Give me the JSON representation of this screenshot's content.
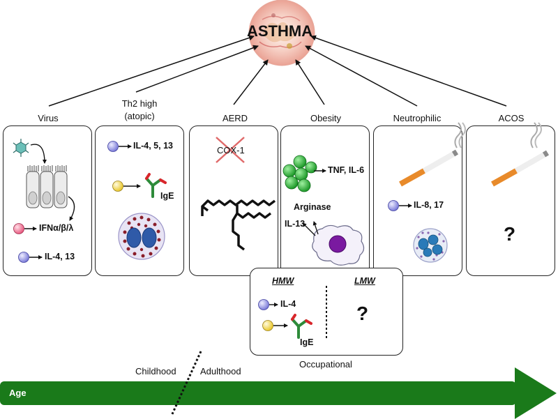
{
  "center": {
    "title": "ASTHMA"
  },
  "categories": [
    {
      "label": "Virus"
    },
    {
      "label_line1": "Th2 high",
      "label_line2": "(atopic)"
    },
    {
      "label": "AERD"
    },
    {
      "label": "Obesity"
    },
    {
      "label": "Neutrophilic"
    },
    {
      "label": "ACOS"
    }
  ],
  "virus": {
    "ifn": "IFNα/β/λ",
    "il": "IL-4, 13"
  },
  "th2": {
    "il": "IL-4, 5, 13",
    "ige": "IgE"
  },
  "aerd": {
    "cox": "COX-1"
  },
  "obesity": {
    "tnf": "TNF, IL-6",
    "arginase": "Arginase",
    "il13": "IL-13"
  },
  "neutrophilic": {
    "il": "IL-8, 17"
  },
  "acos": {
    "unknown": "?"
  },
  "occupational": {
    "label": "Occupational",
    "hmw": "HMW",
    "lmw": "LMW",
    "il4": "IL-4",
    "ige": "IgE",
    "unknown": "?"
  },
  "timeline": {
    "age": "Age",
    "childhood": "Childhood",
    "adulthood": "Adulthood"
  },
  "colors": {
    "arrow_green": "#1a7a1a",
    "eosin_red": "#9c2a2a",
    "antibody_green": "#2e8b3a",
    "antibody_red": "#d8262b",
    "cytokine_blue": "#8e8ee8",
    "cytokine_yellow": "#f1d64a",
    "cytokine_pink": "#f07090",
    "cell_green": "#2aaa3a",
    "macrophage_purple": "#7a1aa0",
    "neutrophil_blue": "#2a7ab8"
  }
}
